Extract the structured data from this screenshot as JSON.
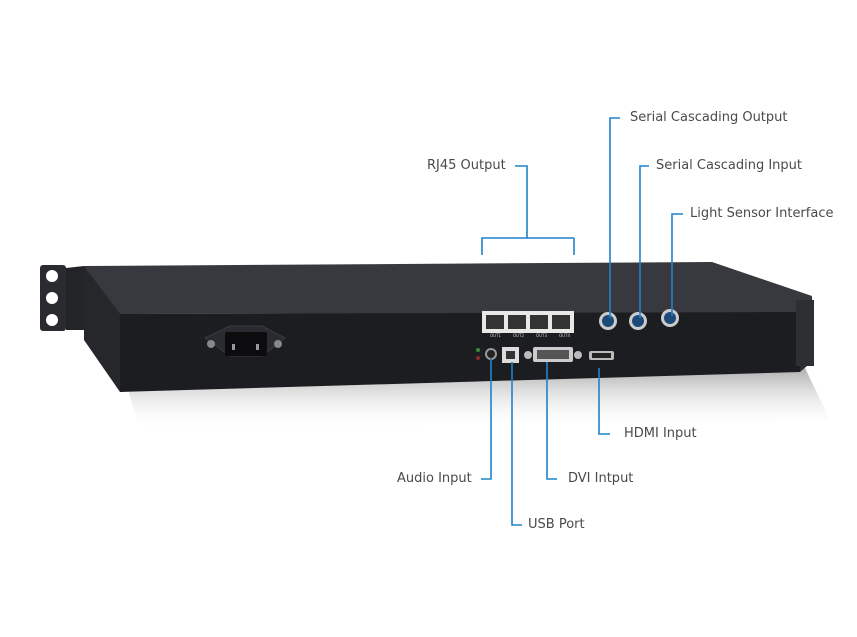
{
  "labels": {
    "rj45_output": "RJ45 Output",
    "serial_cascading_output": "Serial Cascading Output",
    "serial_cascading_input": "Serial Cascading Input",
    "light_sensor_interface": "Light Sensor Interface",
    "hdmi_input": "HDMI Input",
    "audio_input": "Audio Input",
    "dvi_input": "DVI Intput",
    "usb_port": "USB Port"
  },
  "port_labels": [
    "OUT1",
    "OUT2",
    "OUT3",
    "OUT4"
  ],
  "colors": {
    "leader": "#1f82c9",
    "chassis": "#2b2c30",
    "front": "#1c1d21",
    "text": "#4a4a4a"
  }
}
